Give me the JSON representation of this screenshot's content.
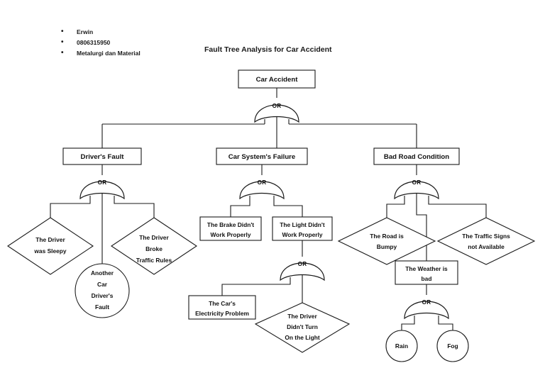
{
  "header": {
    "bullets": [
      "Erwin",
      "0806315950",
      "Metalurgi dan Material"
    ]
  },
  "title": "Fault Tree Analysis for Car Accident",
  "gates": {
    "g_top": "OR",
    "g_driver": "OR",
    "g_system": "OR",
    "g_road": "OR",
    "g_light": "OR",
    "g_weather": "OR"
  },
  "nodes": {
    "top_event": "Car Accident",
    "drivers_fault": "Driver's Fault",
    "car_system_failure": "Car System's Failure",
    "bad_road_condition": "Bad Road Condition",
    "driver_sleepy_l1": "The Driver",
    "driver_sleepy_l2": "was Sleepy",
    "driver_broke_l1": "The Driver",
    "driver_broke_l2": "Broke",
    "driver_broke_l3": "Traffic Rules",
    "another_driver_l1": "Another",
    "another_driver_l2": "Car",
    "another_driver_l3": "Driver's",
    "another_driver_l4": "Fault",
    "brake_l1": "The Brake Didn't",
    "brake_l2": "Work Properly",
    "light_l1": "The Light Didn't",
    "light_l2": "Work Properly",
    "electricity_l1": "The Car's",
    "electricity_l2": "Electricity Problem",
    "no_light_l1": "The Driver",
    "no_light_l2": "Didn't Turn",
    "no_light_l3": "On the Light",
    "road_bumpy_l1": "The Road is",
    "road_bumpy_l2": "Bumpy",
    "traffic_signs_l1": "The Traffic Signs",
    "traffic_signs_l2": "not Available",
    "weather_bad_l1": "The Weather is",
    "weather_bad_l2": "bad",
    "rain": "Rain",
    "fog": "Fog"
  },
  "colors": {
    "stroke": "#1a1a1a",
    "fill": "#ffffff",
    "text": "#111111",
    "background": "#ffffff"
  }
}
